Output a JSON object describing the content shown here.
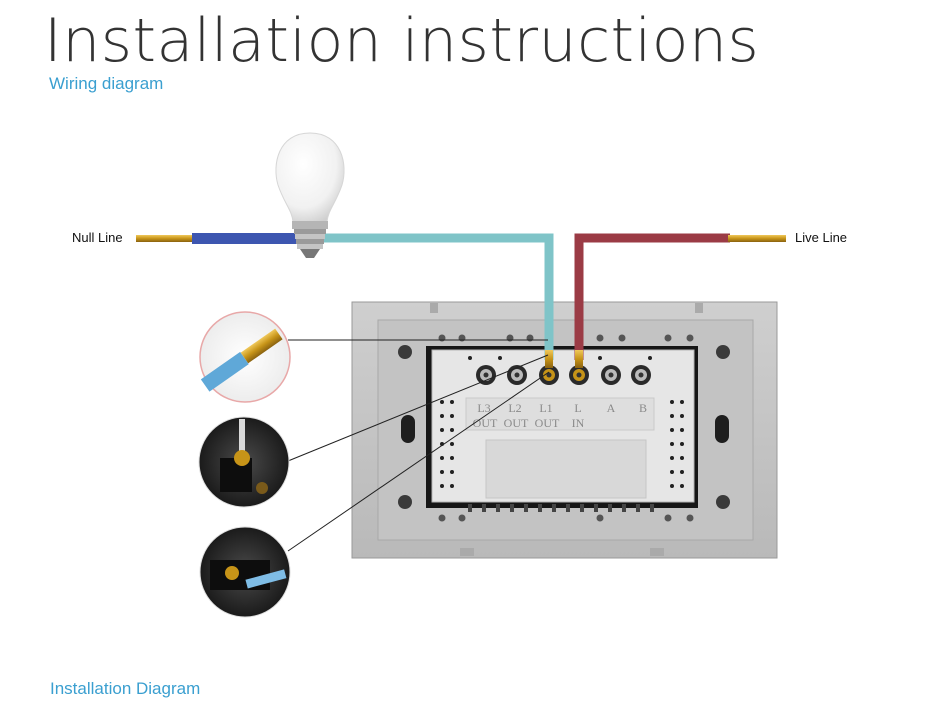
{
  "header": {
    "title": "Installation instructions",
    "subtitle": "Wiring diagram"
  },
  "labels": {
    "null_line": "Null Line",
    "live_line": "Live Line"
  },
  "terminals": [
    {
      "name": "L3",
      "sub": "OUT"
    },
    {
      "name": "L2",
      "sub": "OUT"
    },
    {
      "name": "L1",
      "sub": "OUT"
    },
    {
      "name": "L",
      "sub": "IN"
    },
    {
      "name": "A",
      "sub": ""
    },
    {
      "name": "B",
      "sub": ""
    }
  ],
  "footer": {
    "text": "Installation Diagram"
  },
  "colors": {
    "accent": "#3a9fd0",
    "neutral_wire": "#3d56b0",
    "load_wire": "#7fc4c8",
    "live_wire": "#9b3b45",
    "copper": "#c79418"
  }
}
